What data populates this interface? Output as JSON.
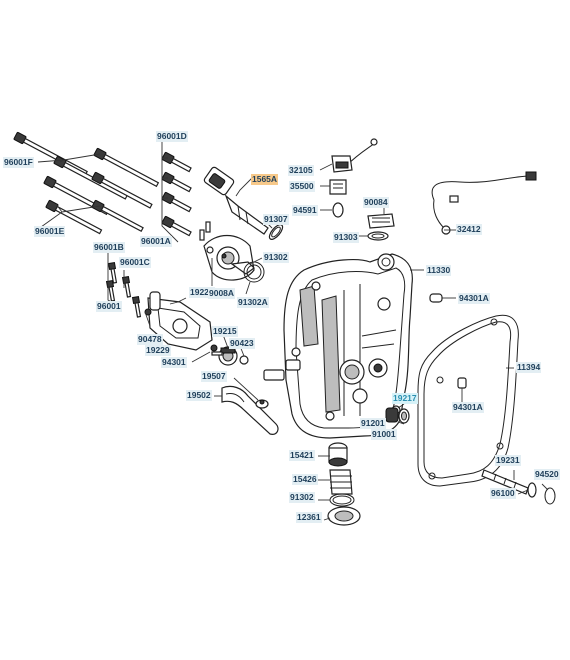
{
  "colors": {
    "label_text": "#1f3f5a",
    "label_bg": "#e3eef3",
    "highlight_orange": "#f7c98a",
    "highlight_cyan_text": "#2a8fb0",
    "line": "#222222"
  },
  "labels": {
    "p96001F": "96001F",
    "p96001E": "96001E",
    "p96001D": "96001D",
    "p96001A": "96001A",
    "p96001B": "96001B",
    "p96001C": "96001C",
    "p96001": "96001",
    "p90478": "90478",
    "p19229": "19229",
    "p19221": "19221",
    "p94301": "94301",
    "p19215": "19215",
    "p90423": "90423",
    "p19507": "19507",
    "p19502": "19502",
    "p1565A": "1565A",
    "p91307": "91307",
    "p91302a": "91302",
    "p9008A": "9008A",
    "p91302A": "91302A",
    "p32105": "32105",
    "p35500": "35500",
    "p94591": "94591",
    "p90084": "90084",
    "p91303": "91303",
    "p32412": "32412",
    "p11330": "11330",
    "p94301A_top": "94301A",
    "p11394": "11394",
    "p94301A": "94301A",
    "p19217": "19217",
    "p91201": "91201",
    "p91001": "91001",
    "p15421": "15421",
    "p15426": "15426",
    "p91302b": "91302",
    "p12361": "12361",
    "p19231": "19231",
    "p94520": "94520",
    "p96100": "96100"
  }
}
